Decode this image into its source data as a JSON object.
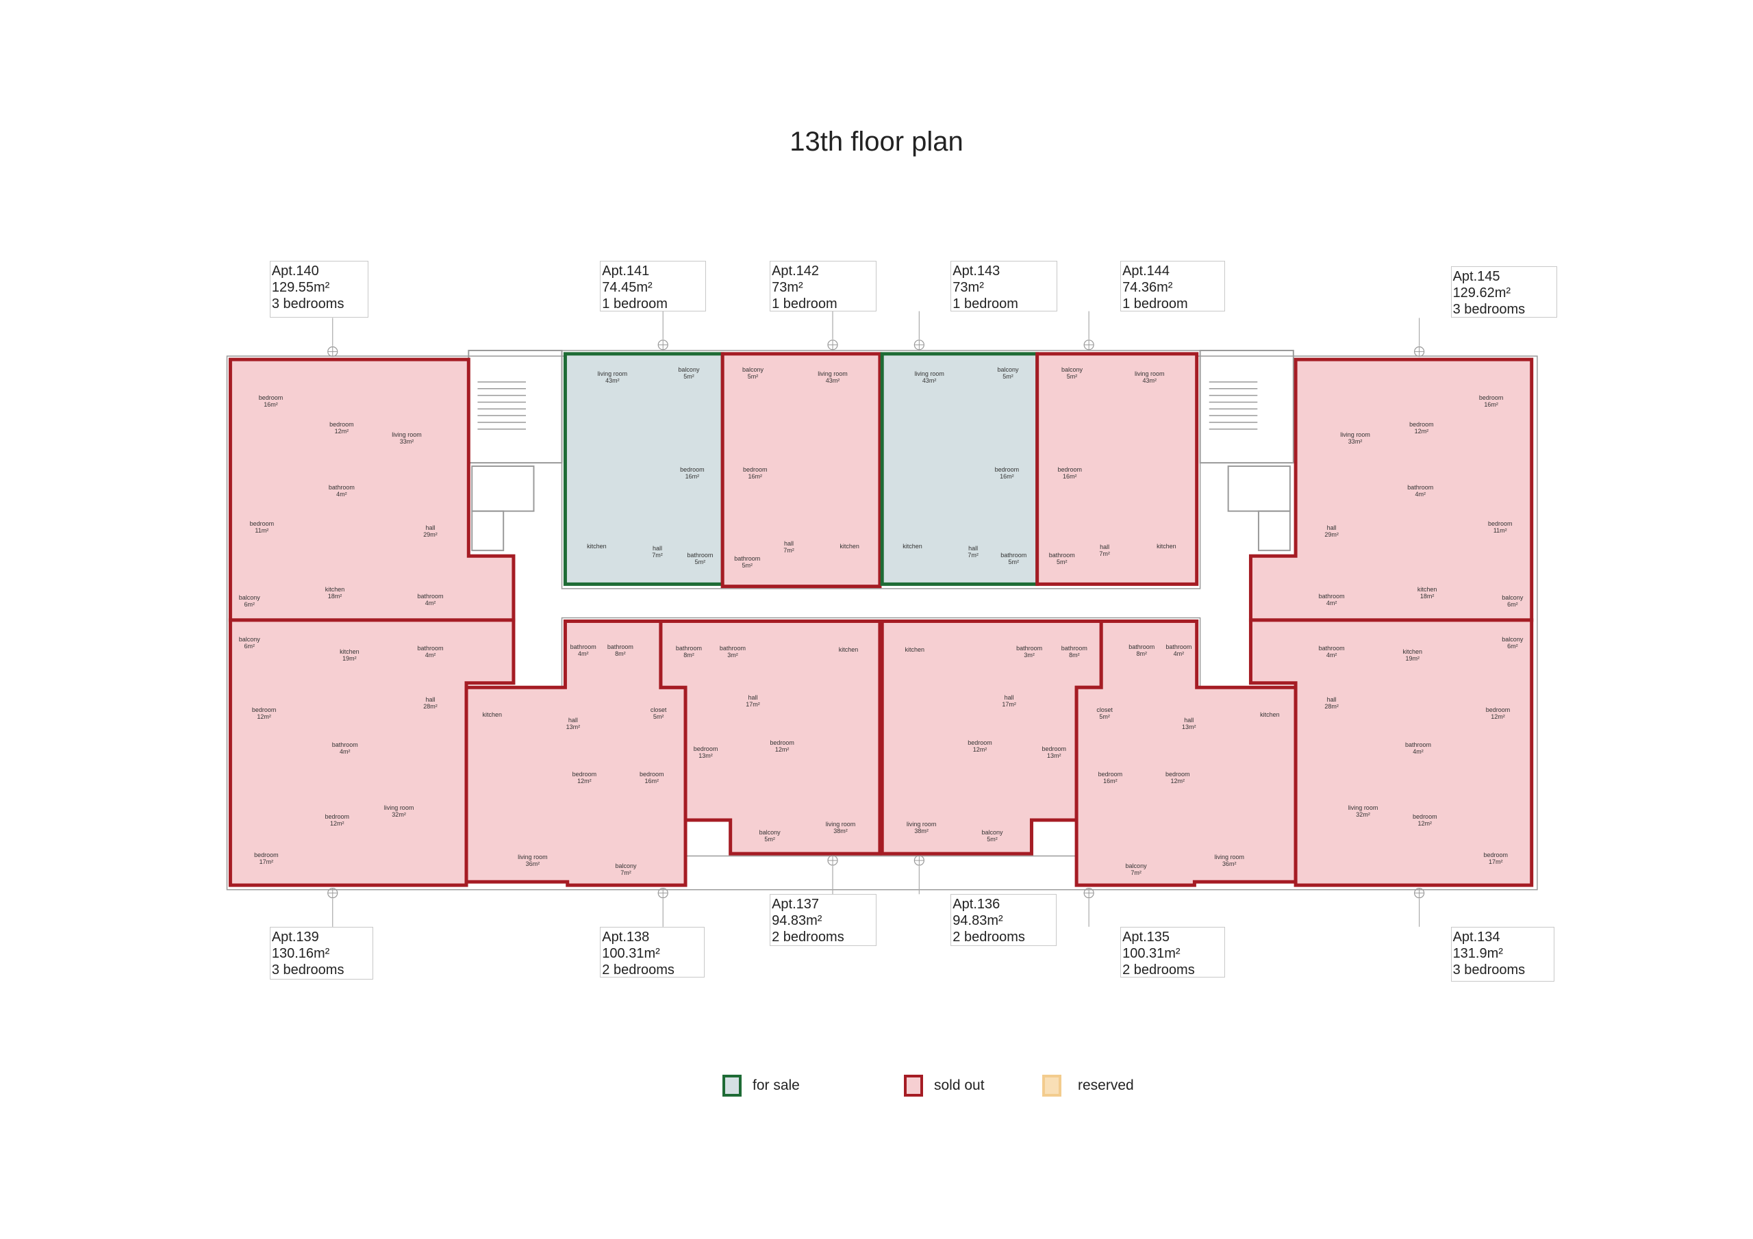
{
  "title": "13th floor plan",
  "colors": {
    "for_sale": {
      "fill": "#d5e0e3",
      "stroke": "#1e6b35"
    },
    "sold_out": {
      "fill": "#f6cfd2",
      "stroke": "#a51c24"
    },
    "reserved": {
      "fill": "#f9dfb6",
      "stroke": "#f3cc8e"
    }
  },
  "legend": [
    {
      "key": "for_sale",
      "label": "for sale"
    },
    {
      "key": "sold_out",
      "label": "sold out"
    },
    {
      "key": "reserved",
      "label": "reserved"
    }
  ],
  "apartments": [
    {
      "id": "140",
      "name": "Apt.140",
      "area": "129.55m²",
      "bedrooms": "3  bedrooms",
      "status": "sold_out",
      "rooms": [
        [
          "bedroom",
          "16m²"
        ],
        [
          "bedroom",
          "12m²"
        ],
        [
          "living room",
          "33m²"
        ],
        [
          "bathroom",
          "4m²"
        ],
        [
          "bedroom",
          "11m²"
        ],
        [
          "hall",
          "29m²"
        ],
        [
          "kitchen",
          "18m²"
        ],
        [
          "balcony",
          "6m²"
        ],
        [
          "bathroom",
          "4m²"
        ]
      ]
    },
    {
      "id": "141",
      "name": "Apt.141",
      "area": "74.45m²",
      "bedrooms": "1 bedroom",
      "status": "for_sale",
      "rooms": [
        [
          "living room",
          "43m²"
        ],
        [
          "balcony",
          "5m²"
        ],
        [
          "bedroom",
          "16m²"
        ],
        [
          "kitchen",
          ""
        ],
        [
          "hall",
          "7m²"
        ],
        [
          "bathroom",
          "5m²"
        ]
      ]
    },
    {
      "id": "142",
      "name": "Apt.142",
      "area": "73m²",
      "bedrooms": "1 bedroom",
      "status": "sold_out",
      "rooms": [
        [
          "balcony",
          "5m²"
        ],
        [
          "living room",
          "43m²"
        ],
        [
          "bedroom",
          "16m²"
        ],
        [
          "bathroom",
          "5m²"
        ],
        [
          "hall",
          "7m²"
        ],
        [
          "kitchen",
          ""
        ]
      ]
    },
    {
      "id": "143",
      "name": "Apt.143",
      "area": "73m²",
      "bedrooms": "1 bedroom",
      "status": "for_sale",
      "rooms": [
        [
          "living room",
          "43m²"
        ],
        [
          "balcony",
          "5m²"
        ],
        [
          "bedroom",
          "16m²"
        ],
        [
          "kitchen",
          ""
        ],
        [
          "hall",
          "7m²"
        ],
        [
          "bathroom",
          "5m²"
        ]
      ]
    },
    {
      "id": "144",
      "name": "Apt.144",
      "area": "74.36m²",
      "bedrooms": "1 bedroom",
      "status": "sold_out",
      "rooms": [
        [
          "balcony",
          "5m²"
        ],
        [
          "living room",
          "43m²"
        ],
        [
          "bedroom",
          "16m²"
        ],
        [
          "bathroom",
          "5m²"
        ],
        [
          "hall",
          "7m²"
        ],
        [
          "kitchen",
          ""
        ]
      ]
    },
    {
      "id": "145",
      "name": "Apt.145",
      "area": "129.62m²",
      "bedrooms": "3 bedrooms",
      "status": "sold_out",
      "rooms": [
        [
          "living room",
          "33m²"
        ],
        [
          "bedroom",
          "12m²"
        ],
        [
          "bedroom",
          "16m²"
        ],
        [
          "bathroom",
          "4m²"
        ],
        [
          "hall",
          "29m²"
        ],
        [
          "bedroom",
          "11m²"
        ],
        [
          "bathroom",
          "4m²"
        ],
        [
          "kitchen",
          "18m²"
        ],
        [
          "balcony",
          "6m²"
        ]
      ]
    },
    {
      "id": "139",
      "name": "Apt.139",
      "area": "130.16m²",
      "bedrooms": "3  bedrooms",
      "status": "sold_out",
      "rooms": [
        [
          "balcony",
          "6m²"
        ],
        [
          "kitchen",
          "19m²"
        ],
        [
          "bathroom",
          "4m²"
        ],
        [
          "hall",
          "28m²"
        ],
        [
          "bedroom",
          "12m²"
        ],
        [
          "bathroom",
          "4m²"
        ],
        [
          "living room",
          "32m²"
        ],
        [
          "bedroom",
          "12m²"
        ],
        [
          "bedroom",
          "17m²"
        ]
      ]
    },
    {
      "id": "138",
      "name": "Apt.138",
      "area": "100.31m²",
      "bedrooms": "2  bedrooms",
      "status": "sold_out",
      "rooms": [
        [
          "bathroom",
          "4m²"
        ],
        [
          "bathroom",
          "8m²"
        ],
        [
          "kitchen",
          ""
        ],
        [
          "hall",
          "13m²"
        ],
        [
          "closet",
          "5m²"
        ],
        [
          "bedroom",
          "12m²"
        ],
        [
          "bedroom",
          "16m²"
        ],
        [
          "living room",
          "36m²"
        ],
        [
          "balcony",
          "7m²"
        ]
      ]
    },
    {
      "id": "137",
      "name": "Apt.137",
      "area": "94.83m²",
      "bedrooms": "2  bedrooms",
      "status": "sold_out",
      "rooms": [
        [
          "bathroom",
          "8m²"
        ],
        [
          "bathroom",
          "3m²"
        ],
        [
          "kitchen",
          ""
        ],
        [
          "hall",
          "17m²"
        ],
        [
          "bedroom",
          "13m²"
        ],
        [
          "bedroom",
          "12m²"
        ],
        [
          "balcony",
          "5m²"
        ],
        [
          "living room",
          "38m²"
        ]
      ]
    },
    {
      "id": "136",
      "name": "Apt.136",
      "area": "94.83m²",
      "bedrooms": "2  bedrooms",
      "status": "sold_out",
      "rooms": [
        [
          "kitchen",
          ""
        ],
        [
          "bathroom",
          "3m²"
        ],
        [
          "bathroom",
          "8m²"
        ],
        [
          "hall",
          "17m²"
        ],
        [
          "bedroom",
          "12m²"
        ],
        [
          "bedroom",
          "13m²"
        ],
        [
          "living room",
          "38m²"
        ],
        [
          "balcony",
          "5m²"
        ]
      ]
    },
    {
      "id": "135",
      "name": "Apt.135",
      "area": "100.31m²",
      "bedrooms": "2  bedrooms",
      "status": "sold_out",
      "rooms": [
        [
          "bathroom",
          "8m²"
        ],
        [
          "bathroom",
          "4m²"
        ],
        [
          "closet",
          "5m²"
        ],
        [
          "hall",
          "13m²"
        ],
        [
          "kitchen",
          ""
        ],
        [
          "bedroom",
          "16m²"
        ],
        [
          "bedroom",
          "12m²"
        ],
        [
          "balcony",
          "7m²"
        ],
        [
          "living room",
          "36m²"
        ]
      ]
    },
    {
      "id": "134",
      "name": "Apt.134",
      "area": "131.9m²",
      "bedrooms": "3 bedrooms",
      "status": "sold_out",
      "rooms": [
        [
          "bathroom",
          "4m²"
        ],
        [
          "kitchen",
          "19m²"
        ],
        [
          "balcony",
          "6m²"
        ],
        [
          "hall",
          "28m²"
        ],
        [
          "bedroom",
          "12m²"
        ],
        [
          "bathroom",
          "4m²"
        ],
        [
          "living room",
          "32m²"
        ],
        [
          "bedroom",
          "12m²"
        ],
        [
          "bedroom",
          "17m²"
        ]
      ]
    }
  ]
}
